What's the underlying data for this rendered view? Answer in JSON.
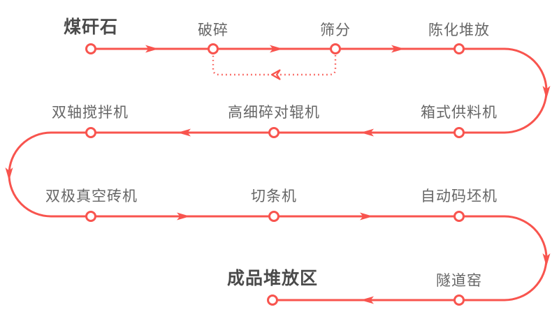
{
  "palette": {
    "line": "#F8544E",
    "label": "#666666",
    "label_strong": "#4A4A4A",
    "node_fill": "#FFFFFF",
    "bg": "#FFFFFF"
  },
  "flow": {
    "nodes": [
      {
        "id": "coal-gangue",
        "label": "煤矸石",
        "strong": true
      },
      {
        "id": "crushing",
        "label": "破碎",
        "strong": false
      },
      {
        "id": "screening",
        "label": "筛分",
        "strong": false
      },
      {
        "id": "aging-stacking",
        "label": "陈化堆放",
        "strong": false
      },
      {
        "id": "box-feeder",
        "label": "箱式供料机",
        "strong": false
      },
      {
        "id": "fine-roller-crusher",
        "label": "高细碎对辊机",
        "strong": false
      },
      {
        "id": "double-shaft-mixer",
        "label": "双轴搅拌机",
        "strong": false
      },
      {
        "id": "vacuum-brick-machine",
        "label": "双极真空砖机",
        "strong": false
      },
      {
        "id": "cutting-machine",
        "label": "切条机",
        "strong": false
      },
      {
        "id": "auto-stacker",
        "label": "自动码坯机",
        "strong": false
      },
      {
        "id": "tunnel-kiln",
        "label": "隧道窑",
        "strong": false
      },
      {
        "id": "finished-product-area",
        "label": "成品堆放区",
        "strong": true
      }
    ],
    "sequence": [
      "煤矸石",
      "破碎",
      "筛分",
      "陈化堆放",
      "箱式供料机",
      "高细碎对辊机",
      "双轴搅拌机",
      "双极真空砖机",
      "切条机",
      "自动码坯机",
      "隧道窑",
      "成品堆放区"
    ],
    "return_edge": {
      "from": "筛分",
      "to": "破碎",
      "style": "dotted"
    }
  }
}
